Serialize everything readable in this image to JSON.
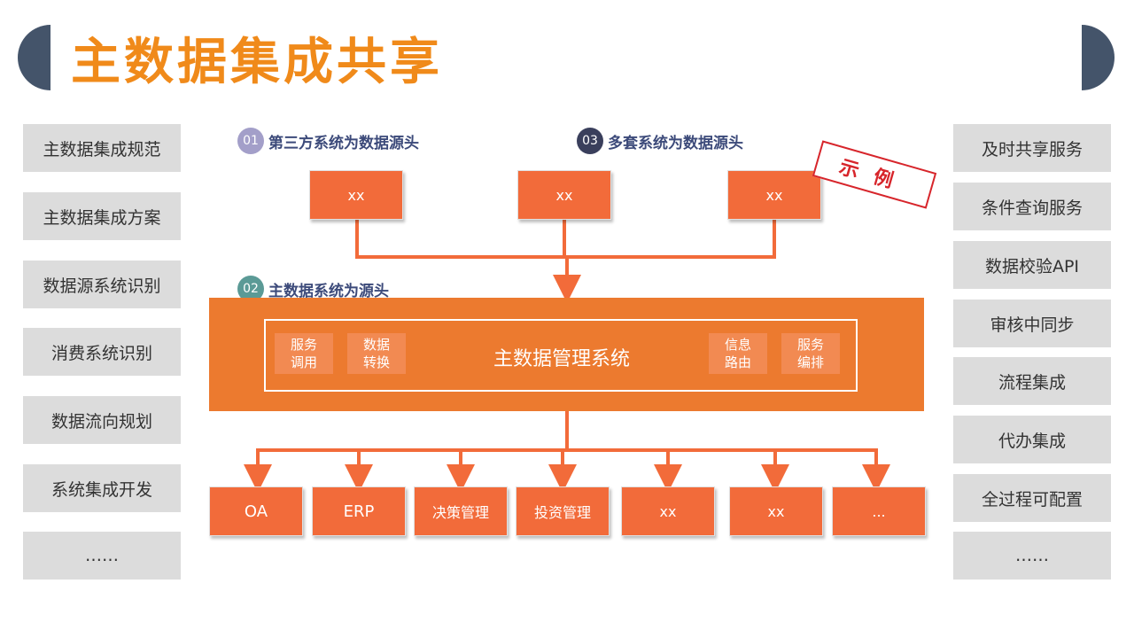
{
  "title": "主数据集成共享",
  "left_items": [
    "主数据集成规范",
    "主数据集成方案",
    "数据源系统识别",
    "消费系统识别",
    "数据流向规划",
    "系统集成开发",
    "……"
  ],
  "right_items": [
    "及时共享服务",
    "条件查询服务",
    "数据校验API",
    "审核中同步",
    "流程集成",
    "代办集成",
    "全过程可配置",
    "……"
  ],
  "labels": [
    {
      "num": "01",
      "text": "第三方系统为数据源头",
      "color": "#a39fc9"
    },
    {
      "num": "03",
      "text": "多套系统为数据源头",
      "color": "#3a3f5c"
    },
    {
      "num": "02",
      "text": "主数据系统为源头",
      "color": "#5b9a96"
    }
  ],
  "source_boxes": [
    "xx",
    "xx",
    "xx"
  ],
  "stamp": "示例",
  "main_system": {
    "title": "主数据管理系统",
    "left_modules": [
      [
        "服务",
        "调用"
      ],
      [
        "数据",
        "转换"
      ]
    ],
    "right_modules": [
      [
        "信息",
        "路由"
      ],
      [
        "服务",
        "编排"
      ]
    ]
  },
  "target_boxes": [
    "OA",
    "ERP",
    "决策管理",
    "投资管理",
    "xx",
    "xx",
    "..."
  ],
  "colors": {
    "title": "#f08a1a",
    "box": "#f26b3a",
    "main": "#ec7a2f",
    "line": "#f26b3a",
    "cap": "#44546a"
  }
}
